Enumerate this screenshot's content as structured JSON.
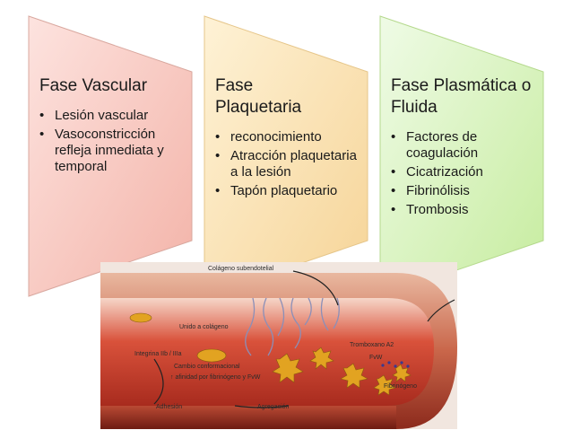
{
  "phases": [
    {
      "title": "Fase Vascular",
      "items": [
        "Lesión vascular",
        "Vasoconstricción refleja inmediata y temporal"
      ],
      "color_light": "#fde3df",
      "color_dark": "#f3b3a8"
    },
    {
      "title": "Fase Plaquetaria",
      "items": [
        "reconocimiento",
        "Atracción plaquetaria  a la lesión",
        "Tapón plaquetario"
      ],
      "color_light": "#fef2d6",
      "color_dark": "#f6d497"
    },
    {
      "title": "Fase Plasmática o Fluida",
      "items": [
        "Factores de coagulación",
        "Cicatrización",
        "Fibrinólisis",
        "Trombosis"
      ],
      "color_light": "#effbe6",
      "color_dark": "#c6ec9e"
    }
  ],
  "illustration": {
    "labels": {
      "colageno": "Colágeno subendotelial",
      "unido": "Unido a colágeno",
      "integrina": "Integrina IIb / IIIa",
      "cambio": "Cambio conformacional",
      "afinidad": "↑ afinidad por fibrinógeno y FvW",
      "adhesion": "Adhesión",
      "agregacion": "Agregación",
      "tromboxano": "Tromboxano A2",
      "fvw": "FvW",
      "fibrinogeno": "Fibrinógeno"
    }
  }
}
